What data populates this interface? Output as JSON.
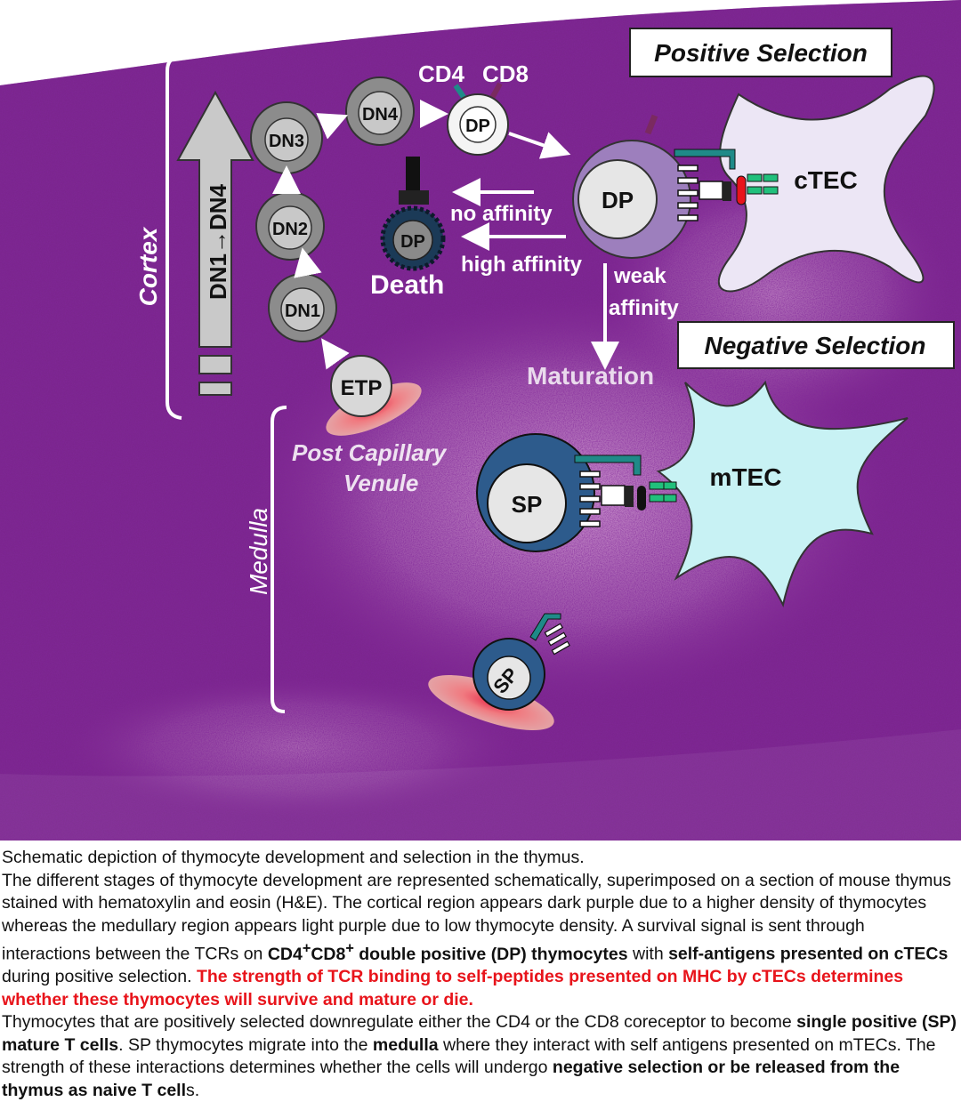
{
  "figure": {
    "region_labels": {
      "cortex": "Cortex",
      "medulla": "Medulla"
    },
    "stage_bar": "DN1→DN4",
    "cells": {
      "etp": "ETP",
      "dn1": "DN1",
      "dn2": "DN2",
      "dn3": "DN3",
      "dn4": "DN4",
      "dp_small": "DP",
      "dp_dead": "DP",
      "dp_large": "DP",
      "sp_large": "SP",
      "sp_small": "SP",
      "ctec": "cTEC",
      "mtec": "mTEC"
    },
    "coreceptors": {
      "cd4": "CD4",
      "cd8": "CD8"
    },
    "boxes": {
      "positive": "Positive Selection",
      "negative": "Negative Selection"
    },
    "labels": {
      "no_affinity": "no affinity",
      "high_affinity": "high affinity",
      "weak": "weak",
      "affinity": "affinity",
      "death": "Death",
      "maturation": "Maturation",
      "venule_line1": "Post Capillary",
      "venule_line2": "Venule"
    },
    "colors": {
      "tissue": "#8a2f9a",
      "tissue_dark": "#5e1677",
      "cell_gray": "#8c8c8c",
      "dp_purple": "#9d7fbd",
      "sp_blue": "#2d5b8c",
      "ctec_fill": "#ece6f5",
      "mtec_fill": "#c8f2f4",
      "tcr_teal": "#1f8a88",
      "mhc_green": "#21c07c",
      "venule_pink": "#f3a49a"
    }
  },
  "caption": {
    "title": "Schematic depiction of thymocyte development and selection in the thymus.",
    "t1": "The different stages of thymocyte development are represented schematically, superimposed on a section of mouse thymus stained with hematoxylin and eosin (H&E). The cortical region appears dark purple due to a higher density of thymocytes whereas the medullary region appears light purple due to low thymocyte density. A survival signal is sent through interactions between the TCRs on ",
    "b1_a": "CD4",
    "b1_sup1": "+",
    "b1_b": "CD8",
    "b1_sup2": "+",
    "b1_c": " double positive (DP) thymocytes",
    "t2": " with ",
    "b2": "self-antigens presented on cTECs",
    "t3": " during positive selection. ",
    "r1": "The strength of TCR binding to self-peptides presented on MHC by cTECs determines whether these thymocytes will survive and mature or die.",
    "t4": "Thymocytes that are positively selected downregulate either the CD4 or the CD8 coreceptor to become ",
    "b3": "single positive (SP) mature T cells",
    "t5": ". SP thymocytes migrate into the ",
    "b4": "medulla",
    "t6": " where they interact with self antigens presented on mTECs. The strength of these interactions determines whether the cells will undergo ",
    "b5": "negative selection or be released from the thymus as naive T cell",
    "t7": "s."
  }
}
